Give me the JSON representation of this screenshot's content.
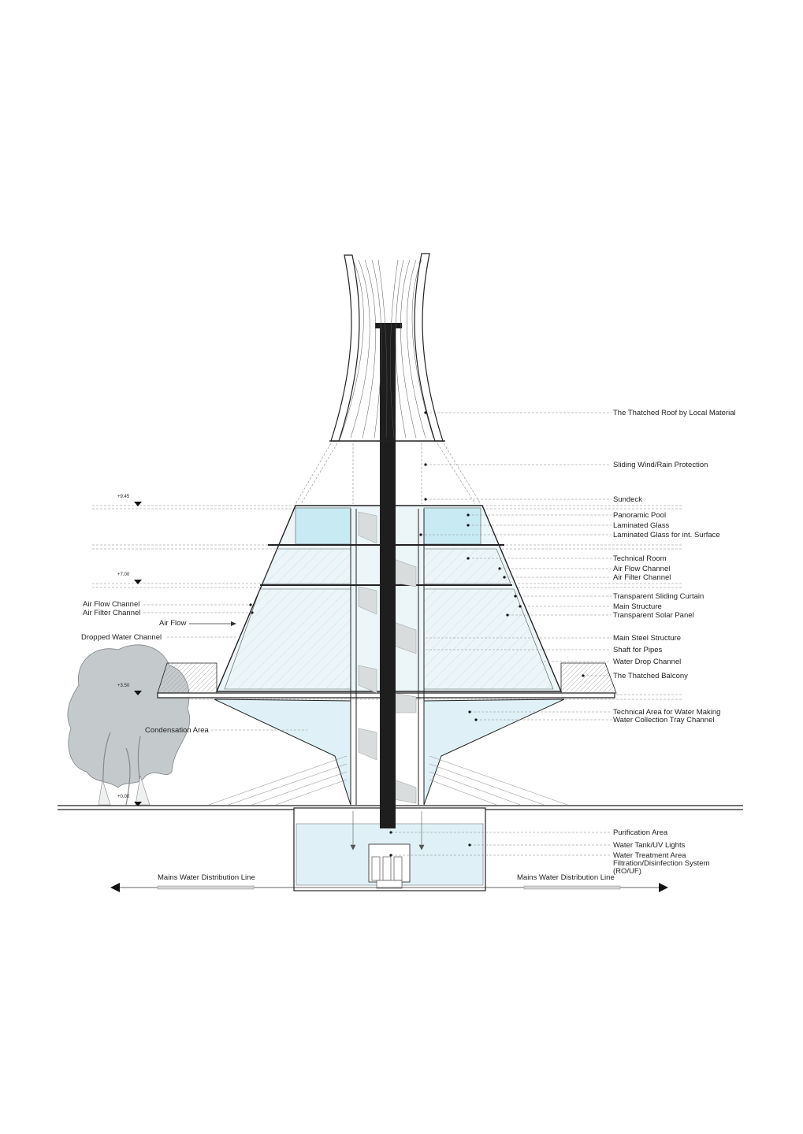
{
  "labels_right": [
    "The Thatched Roof by Local Material",
    "Sliding Wind/Rain Protection",
    "Sundeck",
    "Panoramic Pool",
    "Laminated Glass",
    "Laminated Glass for int. Surface",
    "Technical Room",
    "Air Flow Channel",
    "Air Filter Channel",
    "Transparent Sliding Curtain",
    "Main Structure",
    "Transparent Solar Panel",
    "Main Steel Structure",
    "Shaft for Pipes",
    "Water Drop Channel",
    "The Thatched Balcony",
    "Technical Area for Water Making",
    "Water Collection Tray Channel",
    "Purification Area",
    "Water Tank/UV Lights",
    "Water Treatment Area",
    "Filtration/Disinfection System",
    "(RO/UF)"
  ],
  "labels_left": [
    "Air Flow Channel",
    "Air Filter Channel",
    "Air Flow",
    "Dropped Water Channel",
    "Condensation Area"
  ],
  "levels": [
    "+9.45",
    "+7.00",
    "+3.50",
    "+0.00"
  ],
  "mains_left": "Mains Water Distribution Line",
  "mains_right": "Mains Water Distribution Line",
  "colors": {
    "glass": "#dff1f6",
    "pool": "#c8eaf3",
    "structure": "#1e1e1e",
    "tree": "#c4c9cc",
    "line": "#555555"
  }
}
